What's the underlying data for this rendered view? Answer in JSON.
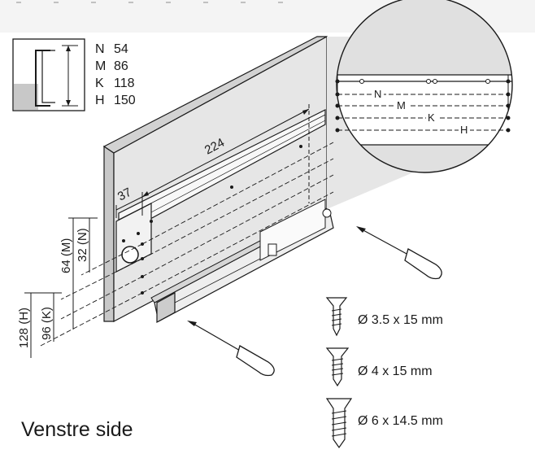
{
  "legend": {
    "rows": [
      {
        "code": "N",
        "value": "54"
      },
      {
        "code": "M",
        "value": "86"
      },
      {
        "code": "K",
        "value": "118"
      },
      {
        "code": "H",
        "value": "150"
      }
    ]
  },
  "dimensions": {
    "length": "224",
    "offset": "37",
    "h64": "64 (M)",
    "h32": "32 (N)",
    "h128": "128 (H)",
    "h96": "96 (K)"
  },
  "detail": {
    "labels": [
      "N",
      "M",
      "K",
      "H"
    ]
  },
  "screws": [
    {
      "label": "Ø 3.5 x 15 mm"
    },
    {
      "label": "Ø 4 x 15 mm"
    },
    {
      "label": "Ø 6 x 14.5 mm"
    }
  ],
  "caption": "Venstre side",
  "colors": {
    "panel": "#e6e6e6",
    "panel_side": "#c8c8c8",
    "background": "#ffffff",
    "line": "#1a1a1a"
  }
}
